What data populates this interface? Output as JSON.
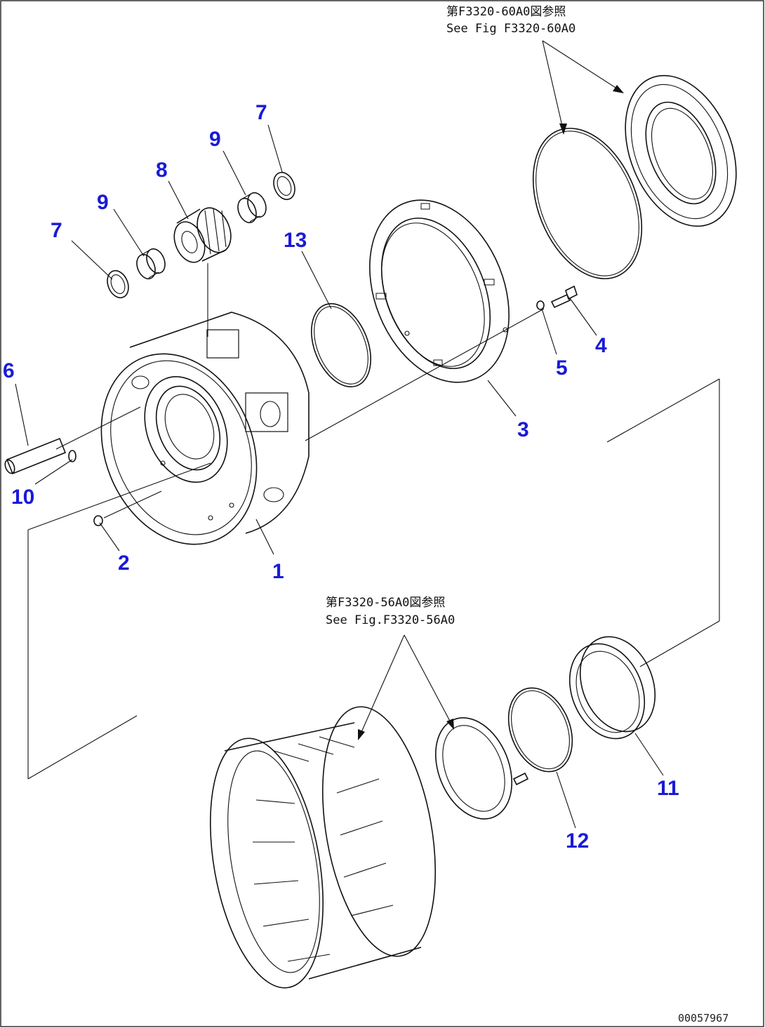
{
  "callouts": [
    {
      "id": "c1",
      "text": "1"
    },
    {
      "id": "c2",
      "text": "2"
    },
    {
      "id": "c3",
      "text": "3"
    },
    {
      "id": "c4",
      "text": "4"
    },
    {
      "id": "c5",
      "text": "5"
    },
    {
      "id": "c6",
      "text": "6"
    },
    {
      "id": "c7a",
      "text": "7"
    },
    {
      "id": "c7b",
      "text": "7"
    },
    {
      "id": "c8",
      "text": "8"
    },
    {
      "id": "c9a",
      "text": "9"
    },
    {
      "id": "c9b",
      "text": "9"
    },
    {
      "id": "c10",
      "text": "10"
    },
    {
      "id": "c11",
      "text": "11"
    },
    {
      "id": "c12",
      "text": "12"
    },
    {
      "id": "c13",
      "text": "13"
    }
  ],
  "references": {
    "top_jp": "第F3320-60A0図参照",
    "top_en": "See Fig F3320-60A0",
    "bottom_jp": "第F3320-56A0図参照",
    "bottom_en": "See Fig.F3320-56A0"
  },
  "drawing_code": "00057967"
}
